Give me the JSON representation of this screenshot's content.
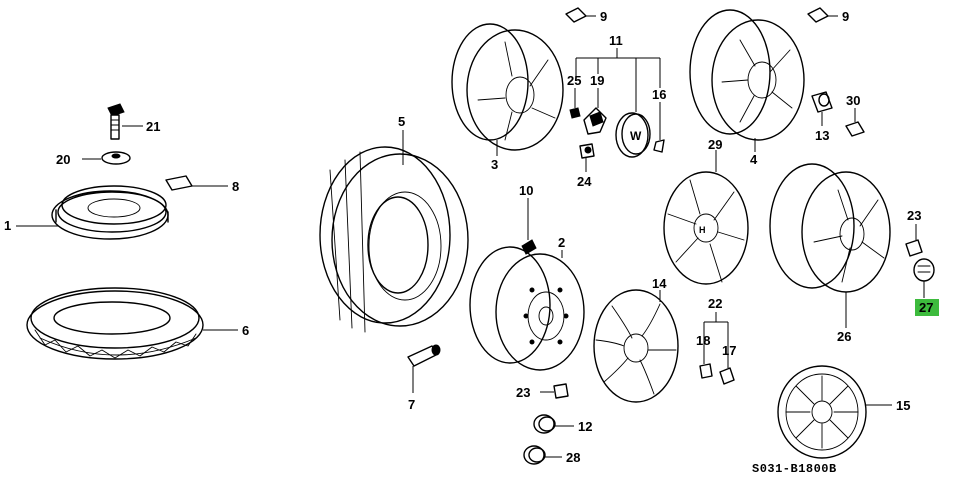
{
  "diagram": {
    "reference_code": "S031-B1800B",
    "highlight_color": "#3dbb3d",
    "highlighted_part": "27",
    "callouts": {
      "p1": "1",
      "p2": "2",
      "p3": "3",
      "p4": "4",
      "p5": "5",
      "p6": "6",
      "p7": "7",
      "p8": "8",
      "p9a": "9",
      "p9b": "9",
      "p10": "10",
      "p11": "11",
      "p12": "12",
      "p13": "13",
      "p14": "14",
      "p15": "15",
      "p16": "16",
      "p17": "17",
      "p18": "18",
      "p19": "19",
      "p20": "20",
      "p21": "21",
      "p22": "22",
      "p23a": "23",
      "p23b": "23",
      "p24": "24",
      "p25": "25",
      "p26": "26",
      "p27": "27",
      "p28": "28",
      "p29": "29",
      "p30": "30"
    }
  }
}
